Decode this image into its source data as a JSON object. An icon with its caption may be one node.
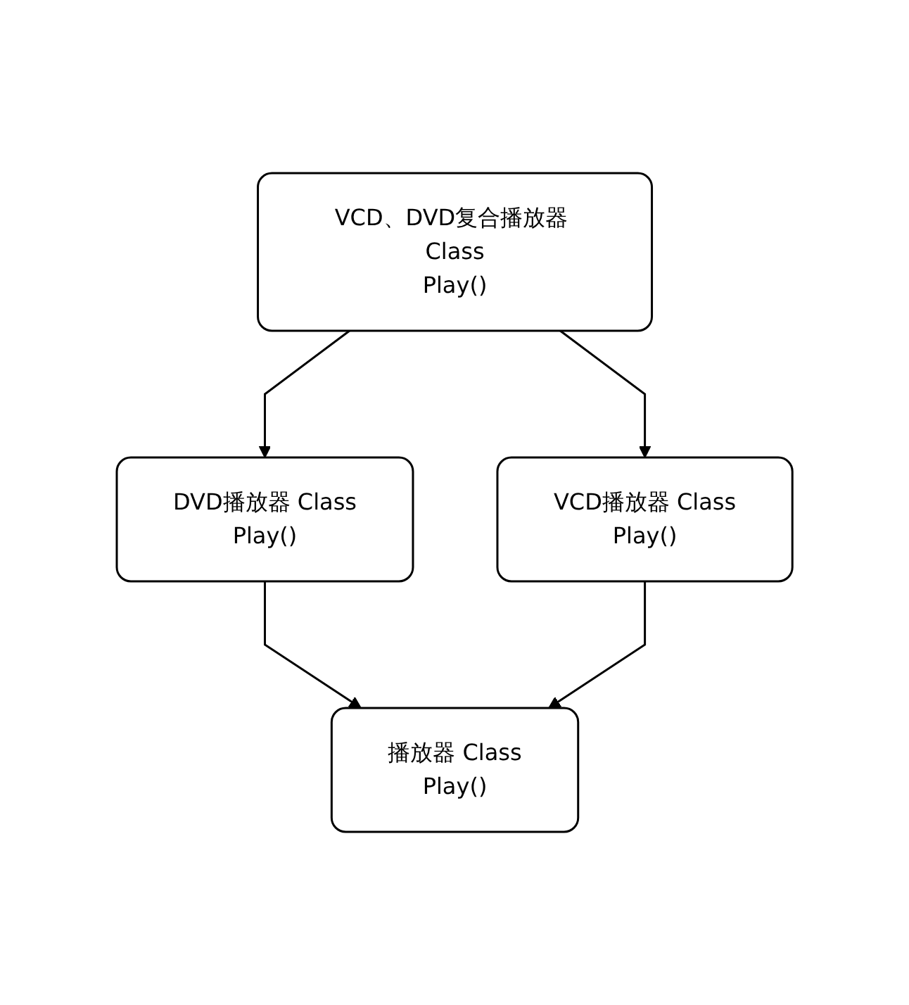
{
  "diagram": {
    "nodes": [
      {
        "text": [
          "播放器 Class",
          "Play()"
        ]
      },
      {
        "text": [
          "DVD播放器 Class",
          "Play()"
        ]
      },
      {
        "text": [
          "VCD播放器 Class",
          "Play()"
        ]
      },
      {
        "text": [
          "VCD、DVD复合播放器 Class",
          "Play()"
        ]
      }
    ],
    "edges": [
      {
        "from": 1,
        "to": 0,
        "arrow": "to"
      },
      {
        "from": 2,
        "to": 0,
        "arrow": "to"
      },
      {
        "from": 3,
        "to": 1,
        "arrow": "to"
      },
      {
        "from": 3,
        "to": 2,
        "arrow": "to"
      }
    ]
  }
}
